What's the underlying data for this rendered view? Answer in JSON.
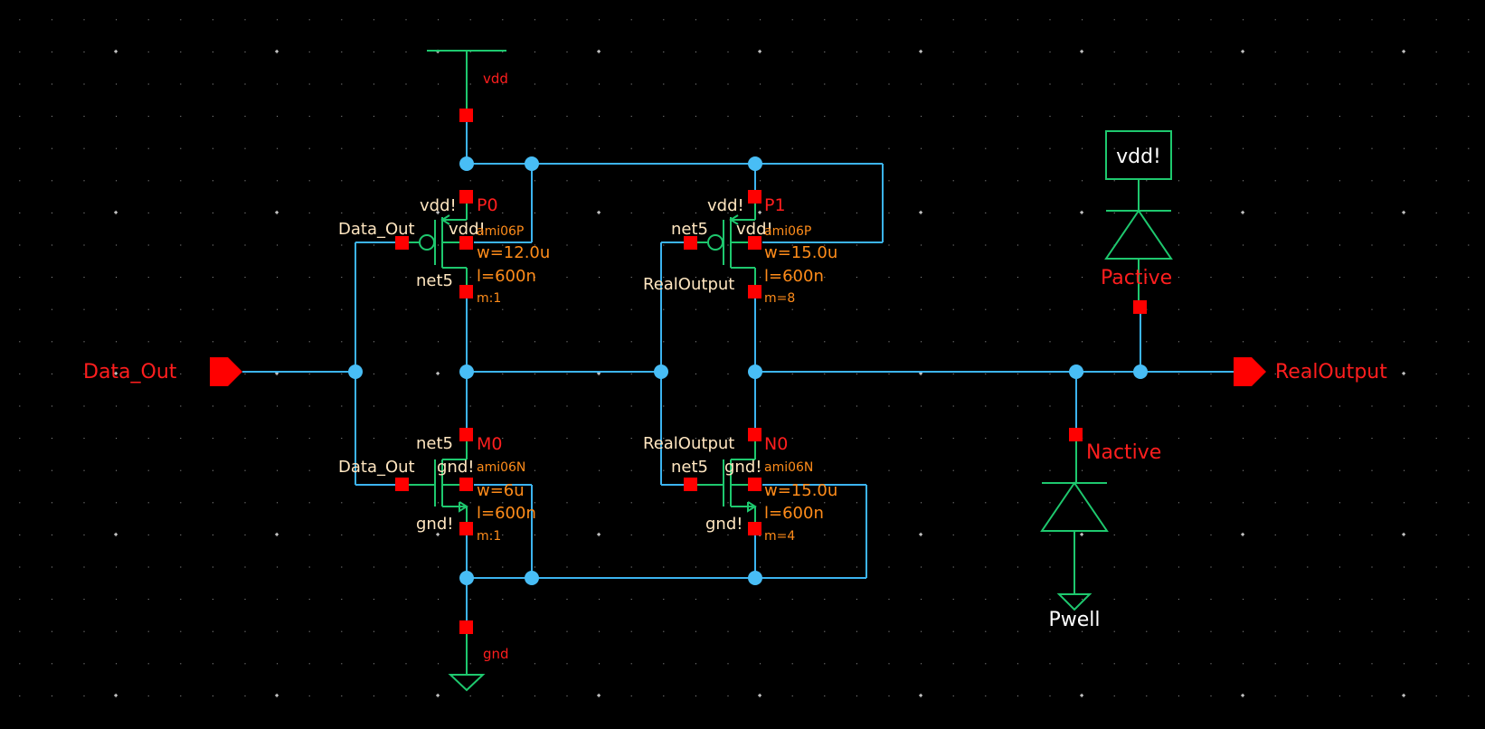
{
  "app": {
    "type": "schematic-editor",
    "background": "#000000"
  },
  "colors": {
    "wire": "#3cb4f0",
    "symbol": "#1ec86e",
    "pin": "#ff0000",
    "instance_name": "#ff1e1e",
    "parameter": "#ff8c1a",
    "pin_label": "#ffe6c0",
    "grid_dot": "#a0a0a0"
  },
  "power": {
    "vdd_label": "vdd",
    "gnd_label": "gnd"
  },
  "io_pins": {
    "input": {
      "name": "Data_Out",
      "icon": "input-pin-icon"
    },
    "output": {
      "name": "RealOutput",
      "icon": "output-pin-icon"
    }
  },
  "transistors": [
    {
      "name": "P0",
      "model": "ami06P",
      "width": "w=12.0u",
      "length": "l=600n",
      "mult": "m:1",
      "gate_label": "Data_Out",
      "bulk_label": "vdd!",
      "source_label": "vdd!",
      "drain_label": "net5"
    },
    {
      "name": "P1",
      "model": "ami06P",
      "width": "w=15.0u",
      "length": "l=600n",
      "mult": "m=8",
      "gate_label": "net5",
      "bulk_label": "vdd!",
      "source_label": "vdd!",
      "drain_label": "RealOutput"
    },
    {
      "name": "M0",
      "model": "ami06N",
      "width": "w=6u",
      "length": "l=600n",
      "mult": "m:1",
      "gate_label": "Data_Out",
      "bulk_label": "gnd!",
      "source_label": "gnd!",
      "drain_label": "net5"
    },
    {
      "name": "N0",
      "model": "ami06N",
      "width": "w=15.0u",
      "length": "l=600n",
      "mult": "m=4",
      "gate_label": "net5",
      "bulk_label": "gnd!",
      "source_label": "gnd!",
      "drain_label": "RealOutput"
    }
  ],
  "diodes": [
    {
      "name": "Pactive",
      "top_label": "vdd!"
    },
    {
      "name": "Nactive",
      "bottom_label": "Pwell"
    }
  ]
}
